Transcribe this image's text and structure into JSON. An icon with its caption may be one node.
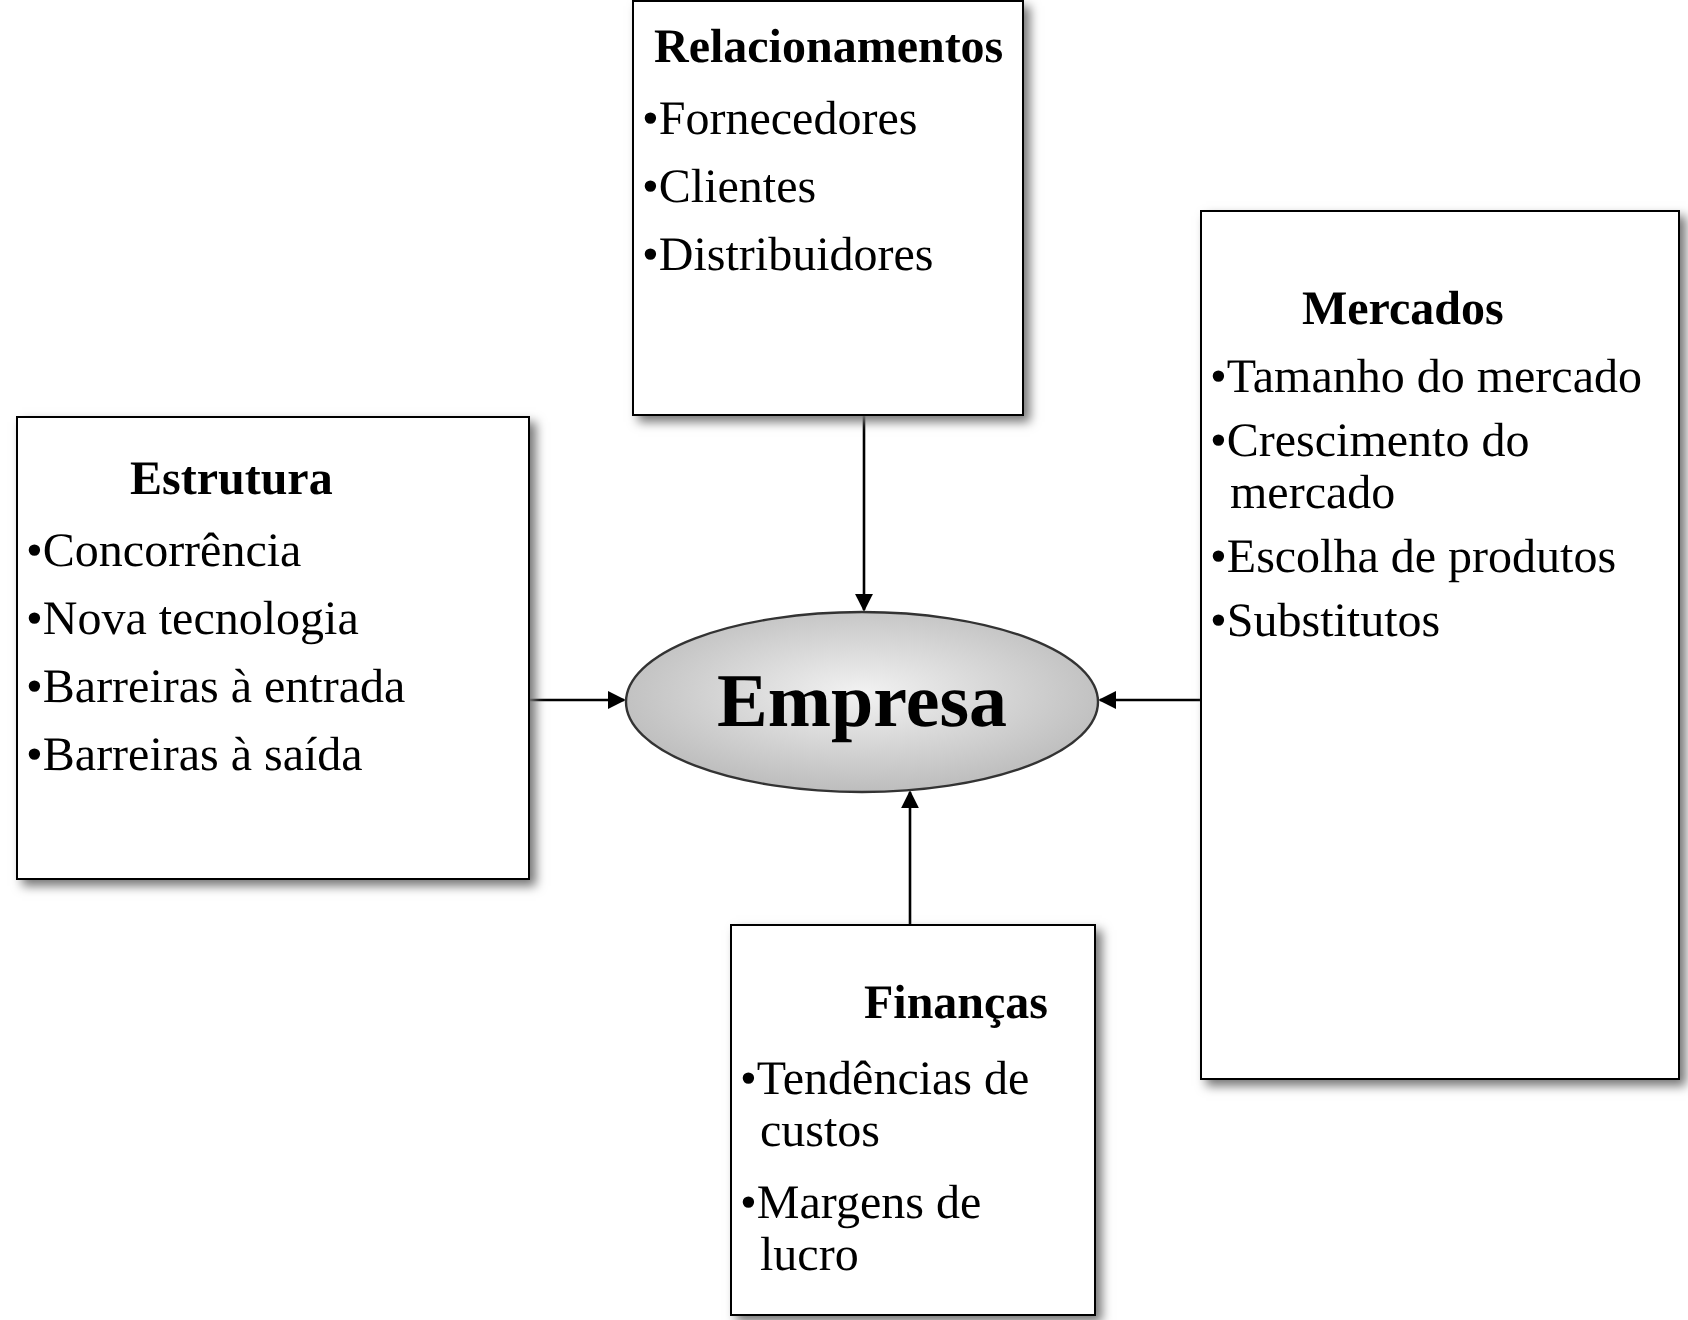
{
  "diagram": {
    "nodes": [
      {
        "text": [
          "Relacionamentos",
          "•Fornecedores",
          "•Clientes",
          "•Distribuidores"
        ]
      },
      {
        "text": [
          "Estrutura",
          "•Concorrência",
          "•Nova tecnologia",
          "•Barreiras à entrada",
          "•Barreiras à saída"
        ]
      },
      {
        "text": [
          "Empresa"
        ]
      },
      {
        "text": [
          "Mercados",
          "•Tamanho do mercado",
          "•Crescimento do mercado",
          "•Escolha de produtos",
          "•Substitutos"
        ]
      },
      {
        "text": [
          "Finanças",
          "•Tendências de custos",
          "•Margens de lucro"
        ]
      }
    ],
    "edges": [
      {
        "from": 0,
        "to": 2,
        "arrow": "to"
      },
      {
        "from": 1,
        "to": 2,
        "arrow": "to"
      },
      {
        "from": 3,
        "to": 2,
        "arrow": "to"
      },
      {
        "from": 4,
        "to": 2,
        "arrow": "to"
      }
    ]
  }
}
